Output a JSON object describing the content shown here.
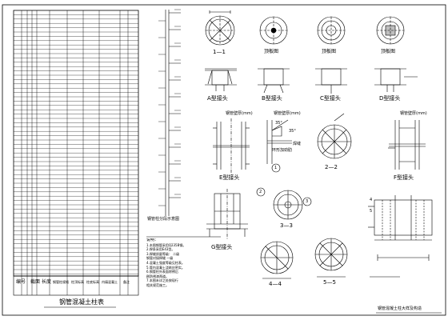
{
  "drawing": {
    "table_title": "钢管混凝土柱表",
    "bottom_title": "钢管混凝土柱大样及构造",
    "column_elev_caption": "钢管柱分段示意图",
    "table_header_cells": [
      "编号",
      "截面",
      "长度",
      "钢管柱规格",
      "柱顶标高",
      "柱底标高",
      "内填混凝土",
      "备注"
    ],
    "views": [
      {
        "key": "plan1",
        "label": "1—1"
      },
      {
        "key": "plan2",
        "label": "顶板图"
      },
      {
        "key": "plan3",
        "label": "顶板图"
      },
      {
        "key": "plan4",
        "label": "顶板图"
      },
      {
        "key": "joint_a",
        "label": "A型接头"
      },
      {
        "key": "joint_b",
        "label": "B型接头"
      },
      {
        "key": "joint_c",
        "label": "C型接头"
      },
      {
        "key": "joint_d",
        "label": "D型接头"
      },
      {
        "key": "joint_e",
        "label": "E型接头"
      },
      {
        "key": "joint_f",
        "label": "F型接头"
      },
      {
        "key": "joint_g",
        "label": "G型接头"
      },
      {
        "key": "sec22",
        "label": "2—2"
      },
      {
        "key": "sec33",
        "label": "3—3"
      },
      {
        "key": "sec44",
        "label": "4—4"
      },
      {
        "key": "sec55",
        "label": "5—5"
      }
    ],
    "callouts": {
      "pipe_thk_e": "钢管壁厚(mm)",
      "pipe_thk_mid": "钢管壁厚(mm)",
      "pipe_thk_f": "钢管壁厚(mm)",
      "ring_plate": "环形加劲肋",
      "weld": "焊缝",
      "angle_a": "35°",
      "angle_b": "35°",
      "circle1": "1",
      "circle2": "2",
      "circle3": "3",
      "circle4": "4",
      "circle5": "5"
    },
    "notes_title": "说明：",
    "notes": [
      "1.本图钢管采用Q235B钢。",
      "2.焊条采用E43型。",
      "3.焊缝质量等级：  二级",
      "   钢管对接焊缝     一级",
      "4.混凝土强度等级见柱表。",
      "5.管内混凝土浇筑应密实。",
      "6.钢管柱外表面除锈后",
      "  刷防锈漆两道。",
      "7.本图未详之处按现行",
      "  相关规范施工。"
    ]
  },
  "colors": {
    "line": "#000000",
    "background": "#ffffff"
  }
}
